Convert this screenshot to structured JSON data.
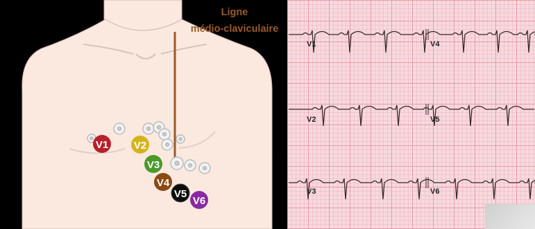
{
  "diagram": {
    "line_label": {
      "line1": "Ligne",
      "line2": "médio-claviculaire"
    },
    "electrodes": [
      {
        "label": "V1",
        "color": "#b8202a"
      },
      {
        "label": "V2",
        "color": "#d4b41a"
      },
      {
        "label": "V3",
        "color": "#4a9a2a"
      },
      {
        "label": "V4",
        "color": "#8a4a12"
      },
      {
        "label": "V5",
        "color": "#0c0c0c"
      },
      {
        "label": "V6",
        "color": "#8a2aa0"
      }
    ],
    "ecg_leads": [
      "V1",
      "V2",
      "V3",
      "V4",
      "V5",
      "V6"
    ],
    "colors": {
      "skin": "#fbe9e0",
      "guide_line": "#9a5a2a",
      "ecg_paper": "#f7d9de",
      "ecg_trace": "#3a2a2a"
    }
  }
}
